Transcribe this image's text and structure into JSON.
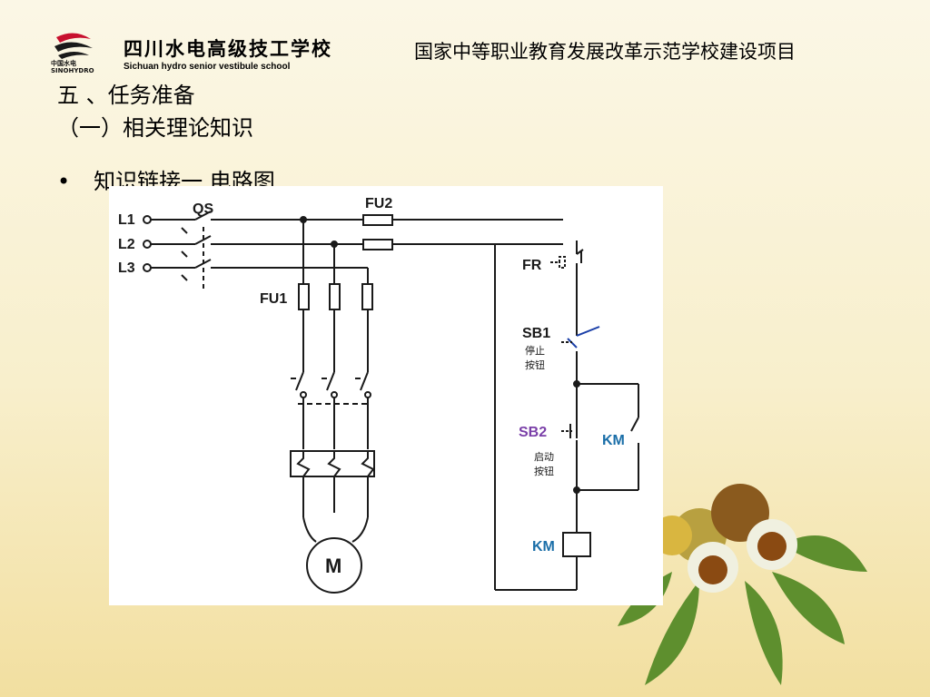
{
  "header": {
    "logo_cn": "中国水电",
    "logo_en": "SINOHYDRO",
    "school_cn": "四川水电高级技工学校",
    "school_en": "Sichuan hydro senior vestibule school",
    "project": "国家中等职业教育发展改革示范学校建设项目"
  },
  "content": {
    "heading1": "五 、任务准备",
    "heading2": "（一）相关理论知识",
    "bullet_mark": "•",
    "bullet_text": "知识链接一  电路图"
  },
  "diagram": {
    "l1": "L1",
    "l2": "L2",
    "l3": "L3",
    "qs": "QS",
    "fu1": "FU1",
    "fu2": "FU2",
    "fr": "FR",
    "sb1": "SB1",
    "sb1_desc_1": "停止",
    "sb1_desc_2": "按钮",
    "sb2": "SB2",
    "sb2_desc_1": "启动",
    "sb2_desc_2": "按钮",
    "km_contact": "KM",
    "km_coil": "KM",
    "motor": "M",
    "colors": {
      "sb1": "#1a1a1a",
      "sb2": "#7a3fa8",
      "km": "#1a6ea8",
      "line": "#1a1a1a"
    }
  }
}
